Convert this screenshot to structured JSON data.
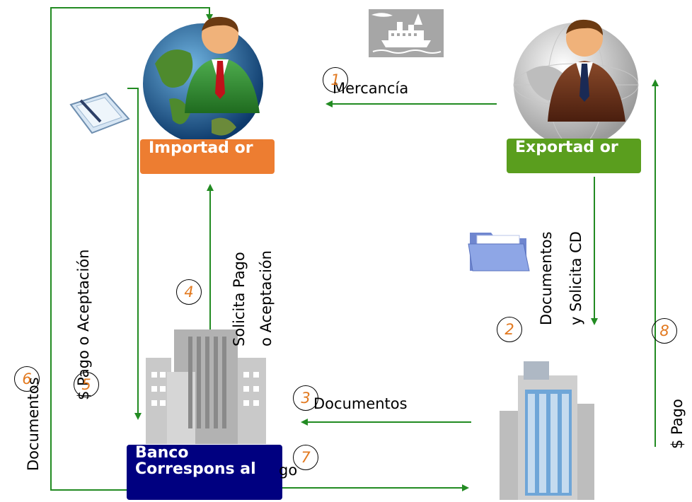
{
  "actors": {
    "importer_label": "Importad or",
    "exporter_label": "Exportad or",
    "bank_label": "Banco Correspons al"
  },
  "flows": {
    "goods": "Mercancía",
    "docs_request_line1": "Documentos",
    "docs_request_line2": "y Solicita CD",
    "documents_mid": "Documentos",
    "request_pay_line1": "Solicita Pago",
    "request_pay_line2": "o Aceptación",
    "pay_accept": "$ Pago o Aceptación",
    "documents_left": "Documentos",
    "pago_bottom": "go",
    "pago_right": "$ Pago"
  },
  "steps": [
    "1",
    "2",
    "3",
    "4",
    "5",
    "6",
    "7",
    "8"
  ],
  "colors": {
    "arrow": "#228b22",
    "importer_tag": "#ed7d31",
    "exporter_tag": "#5a9e1e",
    "bank_tag": "#000080",
    "step_number": "#e2791f"
  },
  "icons": [
    "ship-icon",
    "globe-importer-icon",
    "globe-exporter-icon",
    "notepad-icon",
    "folder-icon",
    "bank-building-icon",
    "office-building-icon"
  ]
}
